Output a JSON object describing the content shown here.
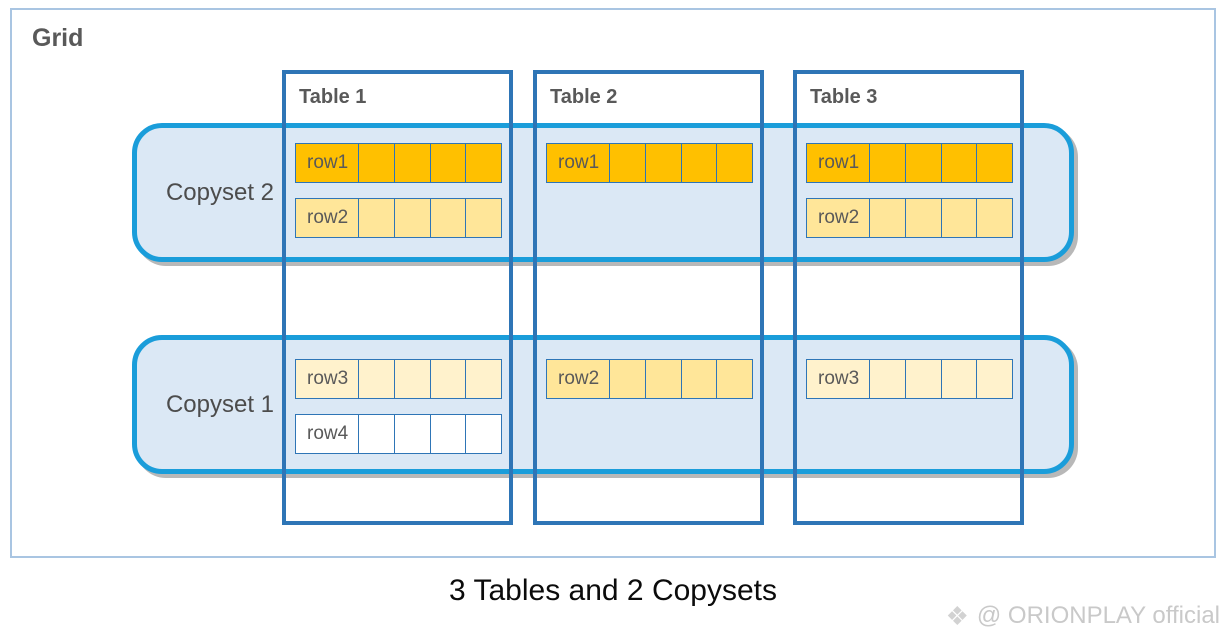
{
  "grid": {
    "label": "Grid"
  },
  "tables": [
    {
      "label": "Table 1"
    },
    {
      "label": "Table 2"
    },
    {
      "label": "Table 3"
    }
  ],
  "copysets": [
    {
      "label": "Copyset 2",
      "cells": [
        [
          "row1",
          "row2"
        ],
        [
          "row1"
        ],
        [
          "row1",
          "row2"
        ]
      ]
    },
    {
      "label": "Copyset 1",
      "cells": [
        [
          "row3",
          "row4"
        ],
        [
          "row2"
        ],
        [
          "row3"
        ]
      ]
    }
  ],
  "row_colors": {
    "row1": "#FFC000",
    "row2": "#FFE699",
    "row3": "#FFF2CC",
    "row4": "#FFFFFF"
  },
  "cells_per_row": 5,
  "colors": {
    "table_border": "#2E75B6",
    "copyset_border": "#1A9DDA",
    "copyset_fill": "#DBE8F5",
    "cell_border": "#2E75B6",
    "grid_border": "#A9C5E2",
    "label_text": "#595959"
  },
  "caption": "3 Tables and 2 Copysets",
  "watermark": {
    "icon_glyph": "❖",
    "text": "@ ORIONPLAY official"
  }
}
